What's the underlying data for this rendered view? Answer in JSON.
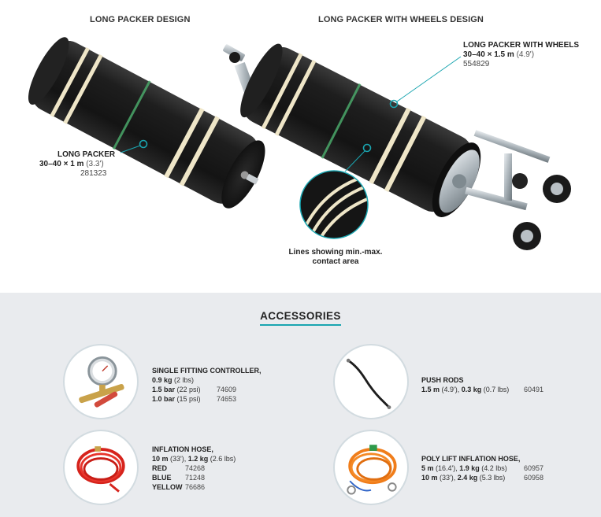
{
  "top": {
    "design_left": "LONG PACKER DESIGN",
    "design_right": "LONG PACKER WITH WHEELS DESIGN",
    "packer": {
      "name": "LONG PACKER",
      "size": "30–40 × 1 m",
      "size_imperial": "(3.3')",
      "article": "281323"
    },
    "packer_wheels": {
      "name": "LONG PACKER WITH WHEELS",
      "size": "30–40 × 1.5 m",
      "size_imperial": "(4.9')",
      "article": "554829"
    },
    "lines_note": {
      "line1": "Lines showing min.-max.",
      "line2": "contact area"
    }
  },
  "accessories": {
    "title": "ACCESSORIES",
    "items": [
      {
        "title": "SINGLE FITTING CONTROLLER,",
        "rows": [
          {
            "bold": "0.9 kg",
            "rest": " (2 lbs)",
            "art": ""
          },
          {
            "bold": "1.5 bar",
            "rest": " (22 psi)",
            "art": "74609"
          },
          {
            "bold": "1.0 bar",
            "rest": " (15 psi)",
            "art": "74653"
          }
        ]
      },
      {
        "title": "PUSH RODS",
        "rows": [
          {
            "bold": "1.5 m",
            "rest": " (4.9'), ",
            "bold2": "0.3 kg",
            "rest2": " (0.7 lbs)",
            "art": "60491"
          }
        ]
      },
      {
        "title": "INFLATION HOSE,",
        "rows": [
          {
            "bold": "10  m",
            "rest": " (33'),  ",
            "bold2": "1.2  kg",
            "rest2": " (2.6  lbs)",
            "art": ""
          },
          {
            "bold": "RED",
            "rest": "",
            "art": "74268"
          },
          {
            "bold": "BLUE",
            "rest": "",
            "art": "71248"
          },
          {
            "bold": "YELLOW",
            "rest": "",
            "art": "76686"
          }
        ]
      },
      {
        "title": "POLY LIFT INFLATION HOSE,",
        "rows": [
          {
            "bold": "5 m",
            "rest": " (16.4'), ",
            "bold2": "1.9 kg",
            "rest2": " (4.2 lbs)",
            "art": "60957"
          },
          {
            "bold": "10 m",
            "rest": " (33'), ",
            "bold2": "2.4 kg",
            "rest2": " (5.3 lbs)",
            "art": "60958"
          }
        ]
      }
    ]
  },
  "colors": {
    "accent": "#1aa5b0",
    "rubber": "#1b1b1b",
    "band": "#efe6c8",
    "panel": "#e9ebee"
  }
}
